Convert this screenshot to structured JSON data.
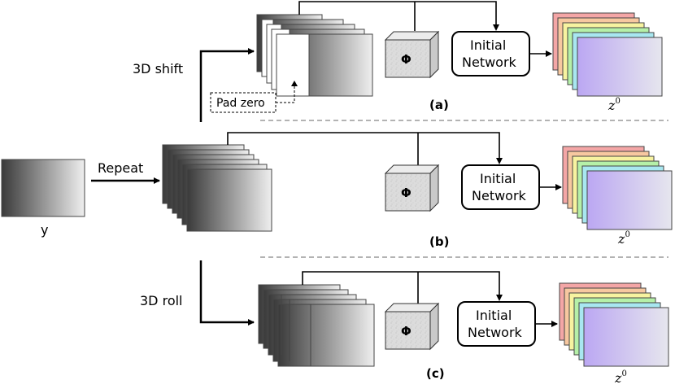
{
  "input": {
    "label": "y"
  },
  "operations": {
    "repeat": "Repeat",
    "shift": "3D shift",
    "roll": "3D roll",
    "pad": "Pad zero"
  },
  "operator": {
    "symbol": "Φ"
  },
  "network": {
    "line1": "Initial",
    "line2": "Network"
  },
  "output": {
    "var": "z",
    "sup": "0"
  },
  "captions": {
    "a": "(a)",
    "b": "(b)",
    "c": "(c)"
  },
  "colors": {
    "gray_dark": "#3a3a3a",
    "gray_light": "#efefef",
    "rainbow": [
      "#f4a6a6",
      "#f7c8a0",
      "#f7f3a0",
      "#b5f0a8",
      "#a8e7f0",
      "#a6b8f4",
      "#c4aef4"
    ],
    "separator": "#9a9a9a"
  }
}
